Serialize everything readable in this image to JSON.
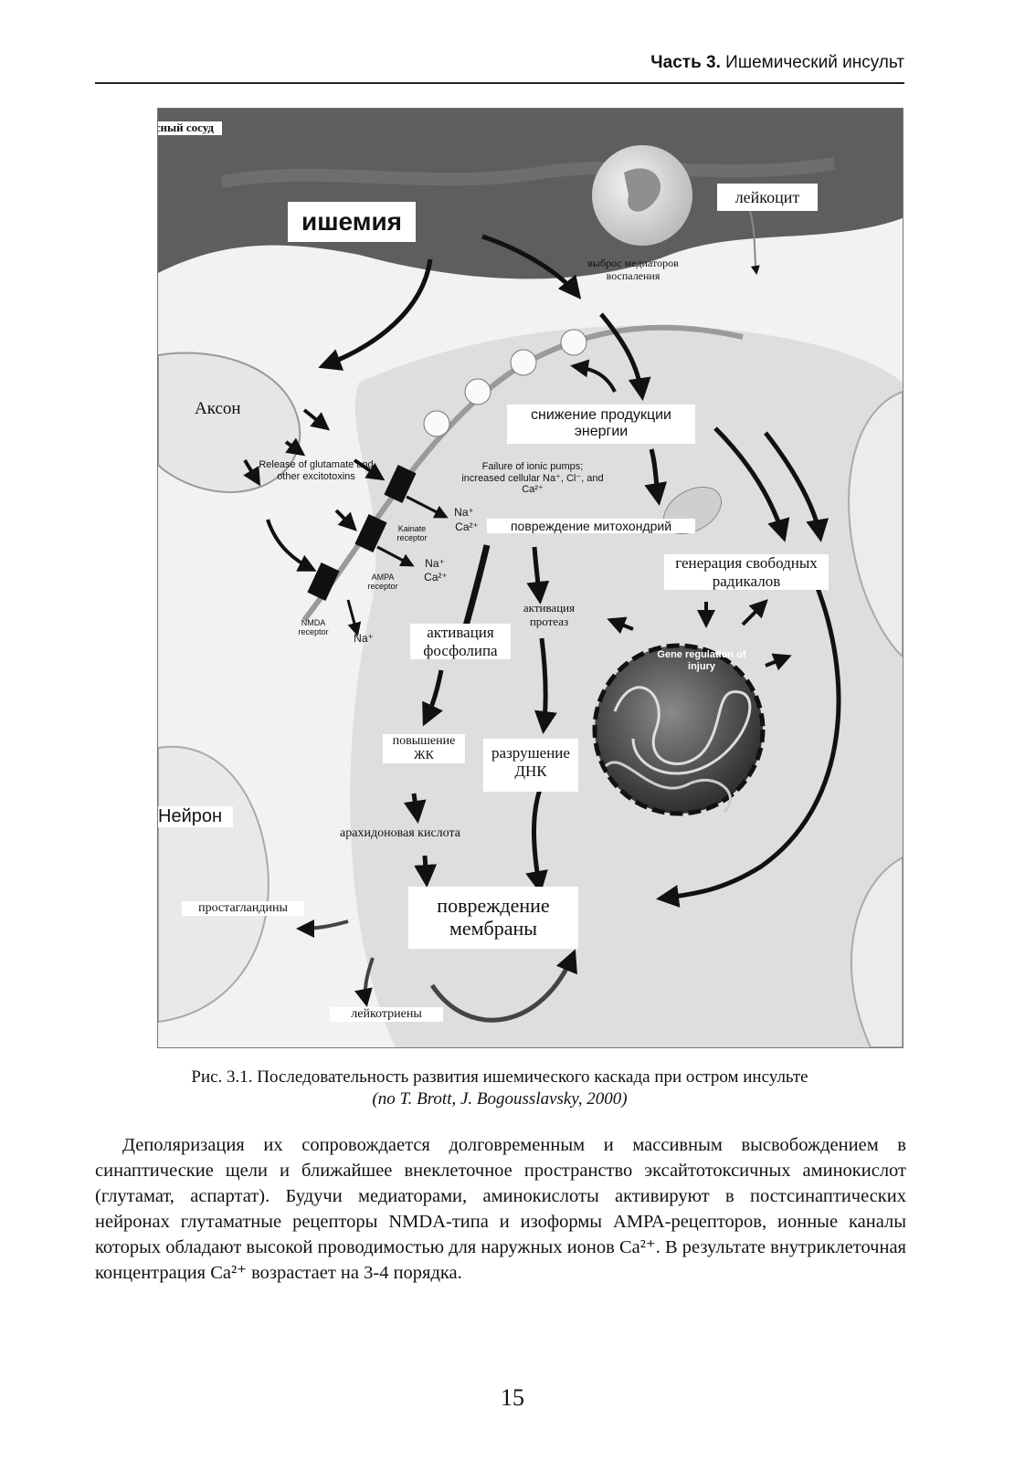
{
  "header": {
    "part_label": "Часть 3.",
    "part_title": "Ишемический инсульт"
  },
  "figure": {
    "labels": {
      "vessel": "кровеносный сосуд",
      "ischemia": "ишемия",
      "leukocyte": "лейкоцит",
      "mediators": "выброс медиаторов воспаления",
      "axon": "Аксон",
      "energy": "снижение продукции энергии",
      "glutamate": "Release of glutamate and other excitotoxins",
      "ionic": "Failure of ionic pumps; increased cellular Na⁺, Cl⁻, and Ca²⁺",
      "na1": "Na⁺",
      "ca1": "Ca²⁺",
      "mito": "повреждение митохондрий",
      "kainate": "Kainate receptor",
      "ampa": "AMPA receptor",
      "na2": "Na⁺",
      "ca2": "Ca²⁺",
      "nmda": "NMDA receptor",
      "na3": "Na⁺",
      "radicals": "генерация свободных радикалов",
      "protease": "активация протеаз",
      "phospholipase": "активация фосфолипа",
      "gene": "Gene regulation of injury",
      "fattyacids": "повышение ЖК",
      "dna": "разрушение ДНК",
      "neuron": "Нейрон",
      "arachidonic": "арахидоновая кислота",
      "membrane": "повреждение мембраны",
      "prostaglandins": "простагландины",
      "leukotrienes": "лейкотриены"
    }
  },
  "caption": {
    "line1": "Рис. 3.1. Последовательность развития ишемического каскада при остром инсульте",
    "line2": "(по T. Brott, J. Bogousslavsky, 2000)"
  },
  "body": {
    "paragraph": "Деполяризация их сопровождается долговременным и массивным высвобождением в синаптические щели и ближайшее внеклеточное пространство эксайтотоксичных аминокислот (глутамат, аспартат). Будучи медиаторами, аминокислоты активируют в постсинаптических нейронах глутаматные рецепторы NMDA-типа и изоформы АМРА-рецепторов, ионные каналы которых обладают высокой проводимостью для наружных ионов Ca²⁺. В результате внутриклеточная концентрация Ca²⁺ возрастает на 3-4 порядка."
  },
  "page_number": "15"
}
